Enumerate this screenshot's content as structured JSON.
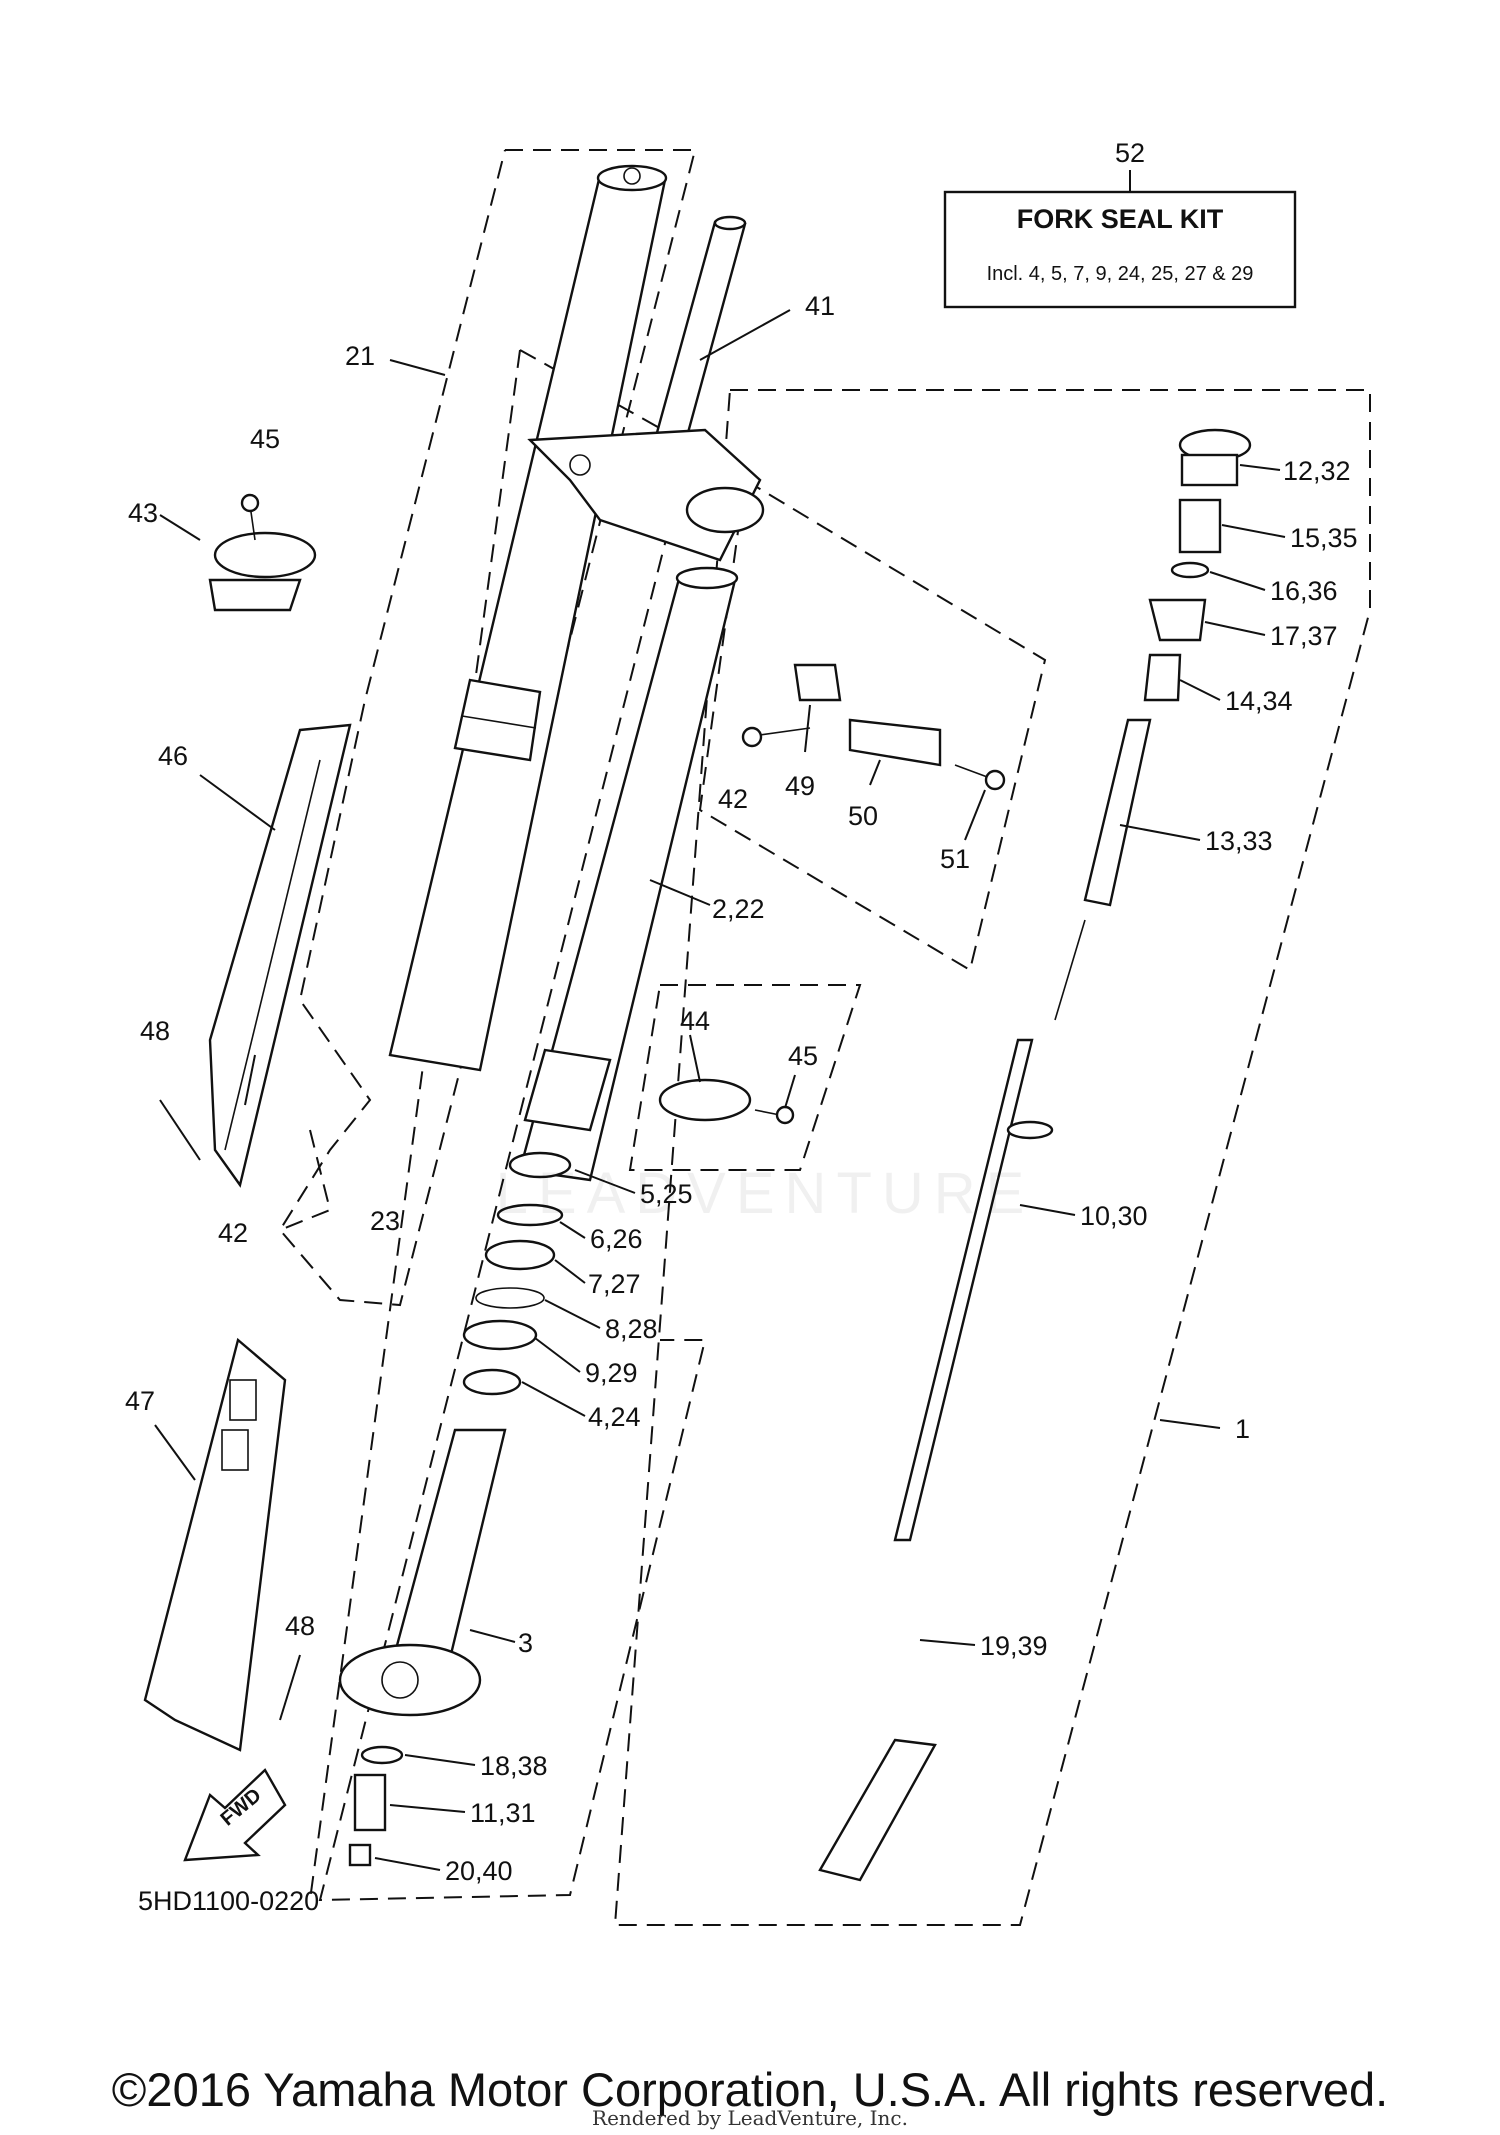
{
  "kit": {
    "number": "52",
    "title": "FORK SEAL KIT",
    "contents": "Incl. 4, 5, 7, 9, 24, 25, 27 & 29"
  },
  "callouts": [
    {
      "id": "c1",
      "text": "1"
    },
    {
      "id": "c2",
      "text": "2,22"
    },
    {
      "id": "c3",
      "text": "3"
    },
    {
      "id": "c4",
      "text": "4,24"
    },
    {
      "id": "c5",
      "text": "5,25"
    },
    {
      "id": "c6",
      "text": "6,26"
    },
    {
      "id": "c7",
      "text": "7,27"
    },
    {
      "id": "c8",
      "text": "8,28"
    },
    {
      "id": "c9",
      "text": "9,29"
    },
    {
      "id": "c10",
      "text": "10,30"
    },
    {
      "id": "c11",
      "text": "11,31"
    },
    {
      "id": "c12",
      "text": "12,32"
    },
    {
      "id": "c13",
      "text": "13,33"
    },
    {
      "id": "c14",
      "text": "14,34"
    },
    {
      "id": "c15",
      "text": "15,35"
    },
    {
      "id": "c16",
      "text": "16,36"
    },
    {
      "id": "c17",
      "text": "17,37"
    },
    {
      "id": "c18",
      "text": "18,38"
    },
    {
      "id": "c19",
      "text": "19,39"
    },
    {
      "id": "c20",
      "text": "20,40"
    },
    {
      "id": "c21",
      "text": "21"
    },
    {
      "id": "c23",
      "text": "23"
    },
    {
      "id": "c41",
      "text": "41"
    },
    {
      "id": "c42a",
      "text": "42"
    },
    {
      "id": "c42b",
      "text": "42"
    },
    {
      "id": "c43",
      "text": "43"
    },
    {
      "id": "c44",
      "text": "44"
    },
    {
      "id": "c45a",
      "text": "45"
    },
    {
      "id": "c45b",
      "text": "45"
    },
    {
      "id": "c46",
      "text": "46"
    },
    {
      "id": "c47",
      "text": "47"
    },
    {
      "id": "c48a",
      "text": "48"
    },
    {
      "id": "c48b",
      "text": "48"
    },
    {
      "id": "c49",
      "text": "49"
    },
    {
      "id": "c50",
      "text": "50"
    },
    {
      "id": "c51",
      "text": "51"
    }
  ],
  "diagram_code": "5HD1100-0220",
  "fwd_label": "FWD",
  "watermark": "LEADVENTURE",
  "copyright": "©2016 Yamaha Motor Corporation, U.S.A. All rights reserved.",
  "rendered_by": "Rendered by LeadVenture, Inc."
}
